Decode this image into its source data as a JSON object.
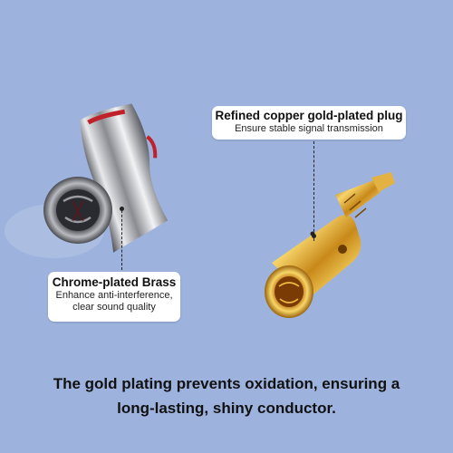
{
  "callouts": {
    "gold_plug": {
      "title": "Refined copper gold-plated plug",
      "subtitle": "Ensure stable signal transmission"
    },
    "chrome": {
      "title": "Chrome-plated Brass",
      "subtitle_line1": "Enhance anti-interference,",
      "subtitle_line2": "clear sound quality"
    }
  },
  "caption": {
    "line1": "The gold plating prevents oxidation, ensuring a",
    "line2": "long-lasting, shiny conductor."
  },
  "colors": {
    "background": "#9db3de",
    "gold": "#d9a520",
    "chrome": "#c8c9cc",
    "accent_red": "#c0202a"
  }
}
